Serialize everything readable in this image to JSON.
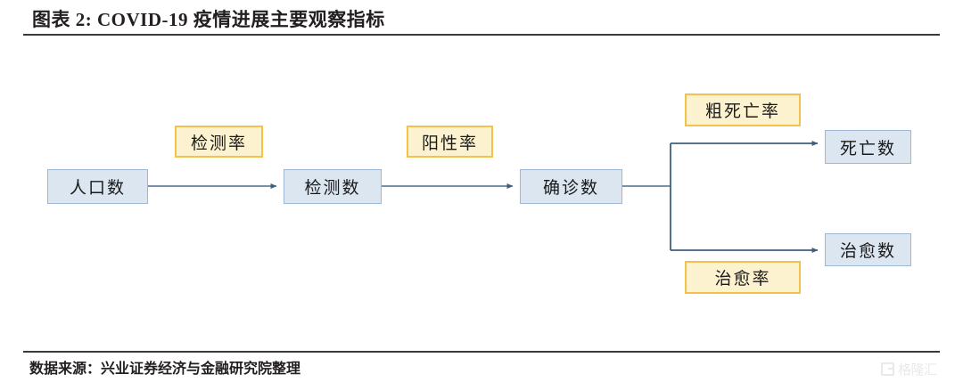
{
  "header": {
    "title": "图表 2:  COVID-19 疫情进展主要观察指标"
  },
  "footer": {
    "source": "数据来源：兴业证券经济与金融研究院整理",
    "watermark": "格隆汇"
  },
  "colors": {
    "node_fill": "#dce6f1",
    "node_border": "#9cb8d6",
    "label_fill": "#fdf2cf",
    "label_border": "#f2c34a",
    "connector": "#4a6d8c",
    "rule": "#3a3a3a",
    "text": "#1a1a1a"
  },
  "diagram": {
    "type": "flowchart",
    "nodes": [
      {
        "id": "population",
        "label": "人口数",
        "style": "blue"
      },
      {
        "id": "tested",
        "label": "检测数",
        "style": "blue"
      },
      {
        "id": "confirmed",
        "label": "确诊数",
        "style": "blue"
      },
      {
        "id": "deaths",
        "label": "死亡数",
        "style": "blue"
      },
      {
        "id": "cured",
        "label": "治愈数",
        "style": "blue"
      }
    ],
    "edge_labels": [
      {
        "id": "test-rate",
        "label": "检测率",
        "style": "yellow",
        "edge": "population-to-tested"
      },
      {
        "id": "positive-rate",
        "label": "阳性率",
        "style": "yellow",
        "edge": "tested-to-confirmed"
      },
      {
        "id": "crude-death",
        "label": "粗死亡率",
        "style": "yellow",
        "edge": "confirmed-to-deaths"
      },
      {
        "id": "cure-rate",
        "label": "治愈率",
        "style": "yellow",
        "edge": "confirmed-to-cured"
      }
    ],
    "edges": [
      {
        "from": "population",
        "to": "tested"
      },
      {
        "from": "tested",
        "to": "confirmed"
      },
      {
        "from": "confirmed",
        "to": "deaths"
      },
      {
        "from": "confirmed",
        "to": "cured"
      }
    ]
  }
}
